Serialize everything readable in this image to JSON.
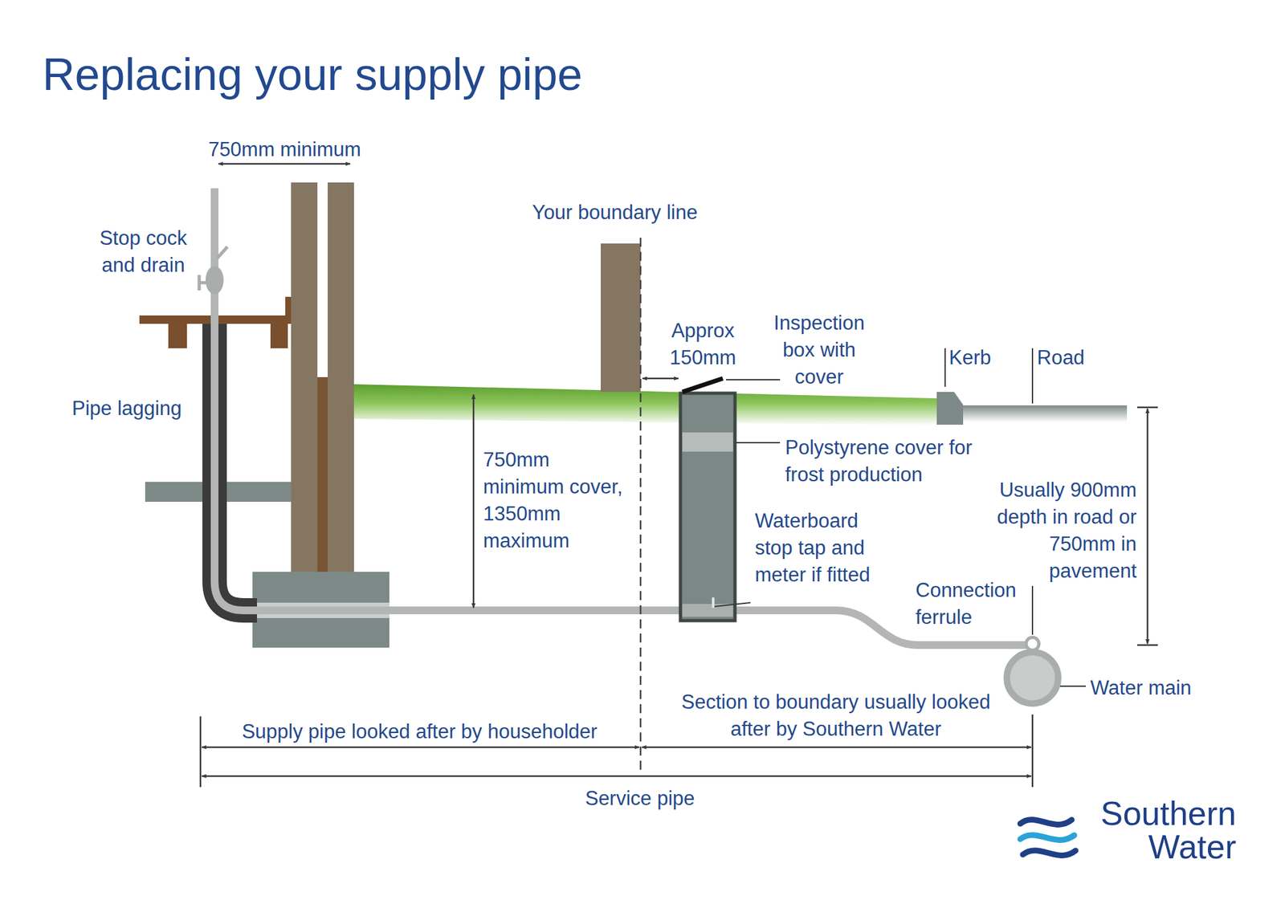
{
  "diagram": {
    "title": "Replacing your supply pipe",
    "labels": [
      "750mm minimum",
      "Your boundary line",
      "Stop cock and drain",
      "Approx 150mm",
      "Inspection box with cover",
      "Kerb",
      "Road",
      "Pipe lagging",
      "750mm minimum cover, 1350mm maximum",
      "Polystyrene cover for frost production",
      "Usually 900mm depth in road or 750mm in pavement",
      "Waterboard stop tap and meter if fitted",
      "Connection ferrule",
      "Water main",
      "Supply pipe looked after by householder",
      "Section to boundary usually looked after by Southern Water",
      "Service pipe",
      "Southern Water"
    ]
  }
}
